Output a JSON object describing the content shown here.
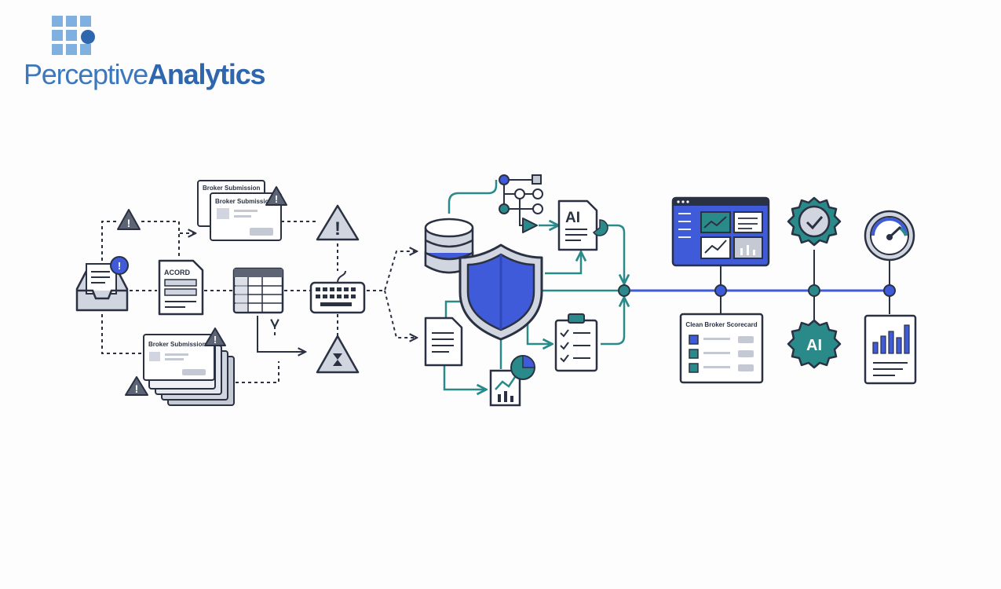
{
  "brand": {
    "name_light": "Perceptive",
    "name_bold": "Analytics",
    "colors": {
      "primary": "#2e67ad",
      "grid_light": "#7fb0e0"
    }
  },
  "diagram": {
    "labels": {
      "broker_submission_1": "Broker Submission",
      "broker_submission_2": "Broker Submission",
      "broker_submission_3": "Broker Submission",
      "acord": "ACORD",
      "ai_doc": "AI",
      "scorecard_title": "Clean Broker Scorecard",
      "ai_gear": "AI"
    },
    "icons": [
      "inbox-alert-icon",
      "acord-form-icon",
      "spreadsheet-icon",
      "keyboard-icon",
      "warning-icon",
      "hourglass-warning-icon",
      "stacked-documents-icon",
      "database-icon",
      "shield-icon",
      "document-icon",
      "workflow-icon",
      "ai-document-icon",
      "checklist-icon",
      "chart-report-icon",
      "dashboard-icon",
      "scorecard-icon",
      "verified-gear-icon",
      "ai-gear-icon",
      "speedometer-icon",
      "bar-chart-report-icon"
    ],
    "colors": {
      "ink": "#2a3142",
      "blue": "#3f5bd9",
      "teal": "#2a8a8a",
      "gray": "#d9dde6",
      "dark_gray": "#5d6474",
      "bar": "#3f5bd9"
    }
  }
}
